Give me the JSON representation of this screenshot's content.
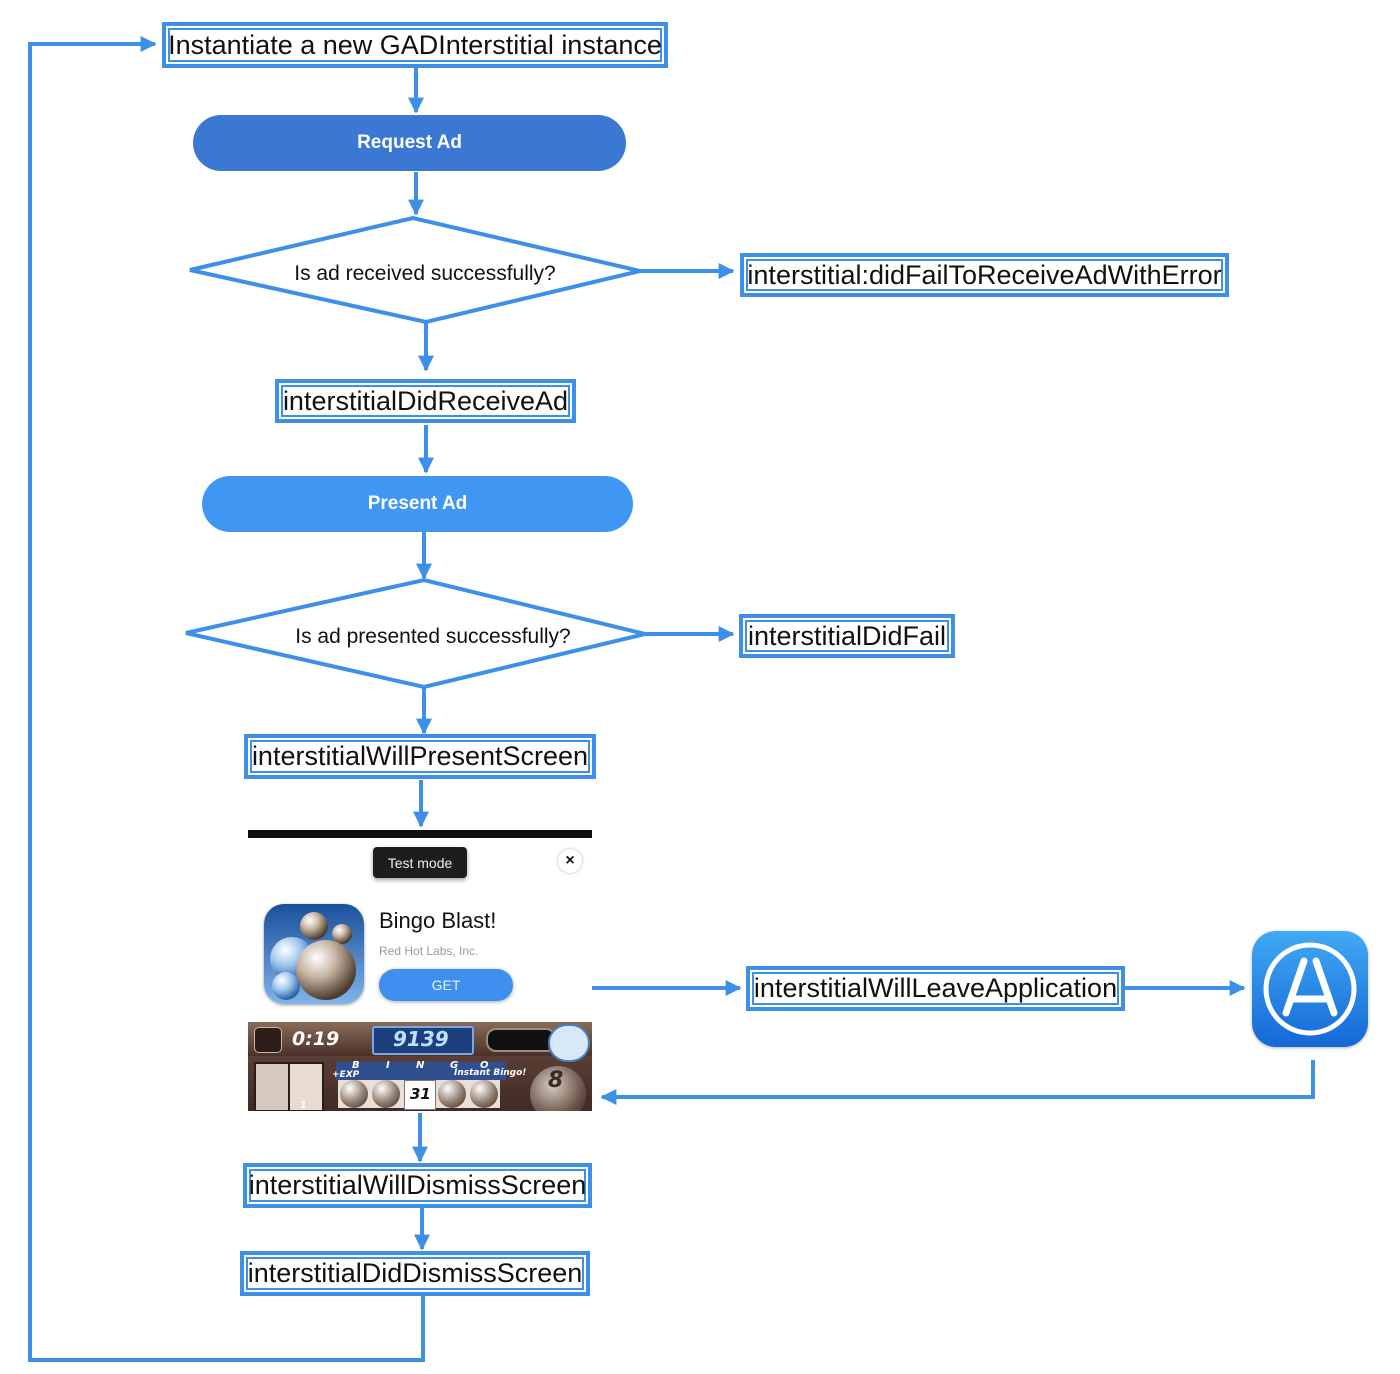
{
  "steps": {
    "instantiate": "Instantiate a new GADInterstitial instance",
    "request_ad": "Request Ad",
    "decision_received": "Is ad received successfully?",
    "did_fail_receive": "interstitial:didFailToReceiveAdWithError",
    "did_receive": "interstitialDidReceiveAd",
    "present_ad": "Present Ad",
    "decision_presented": "Is ad presented successfully?",
    "did_fail": "interstitialDidFail",
    "will_present": "interstitialWillPresentScreen",
    "will_leave": "interstitialWillLeaveApplication",
    "will_dismiss": "interstitialWillDismissScreen",
    "did_dismiss": "interstitialDidDismissScreen"
  },
  "ad_preview": {
    "test_mode_label": "Test mode",
    "close_symbol": "×",
    "app_name": "Bingo Blast!",
    "developer": "Red Hot Labs, Inc.",
    "get_label": "GET",
    "game_timer": "0:19",
    "game_score": "9139",
    "game_ball_number": "31",
    "game_columns": [
      "B",
      "I",
      "N",
      "G",
      "O"
    ],
    "game_banner": "Instant Bingo!",
    "game_exp": "+EXP",
    "game_side_number": "8",
    "game_row_number": "1"
  },
  "icons": {
    "app_store": "app-store-icon",
    "close": "close-icon"
  },
  "colors": {
    "arrow": "#3d8fe8",
    "request_pill": "#3a78d4",
    "present_pill": "#3f97f3"
  }
}
